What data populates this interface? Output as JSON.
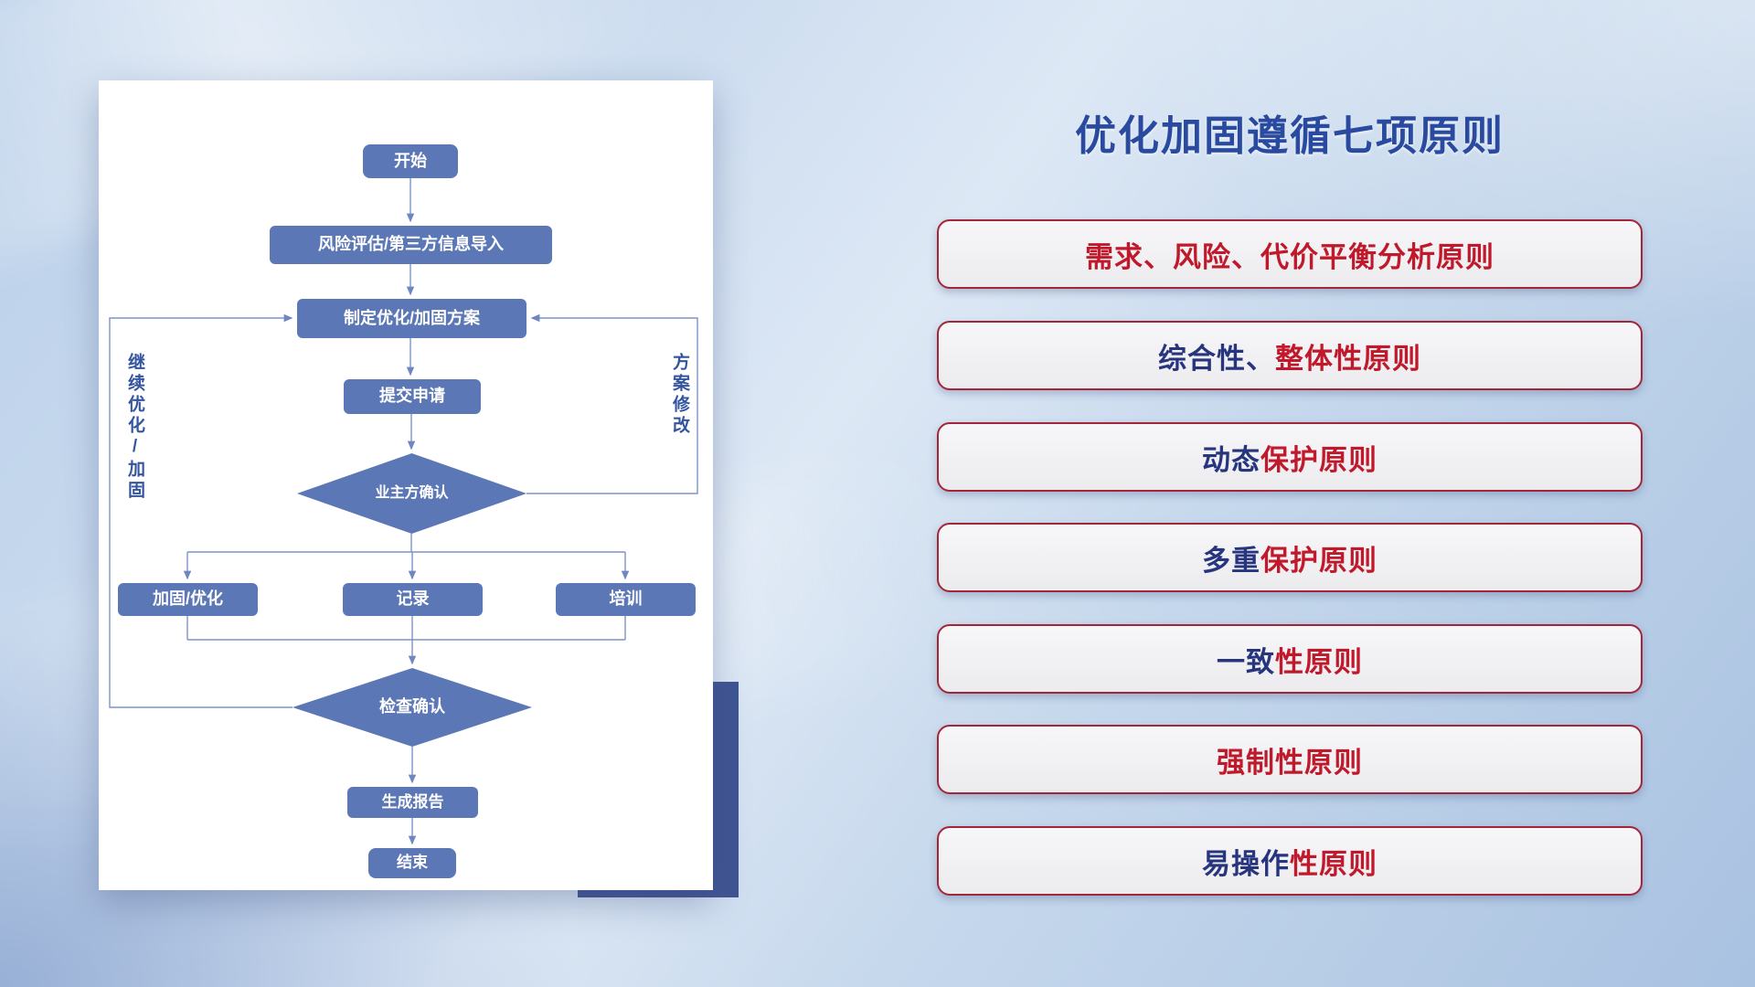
{
  "colors": {
    "background_blue": "#c6d8ec",
    "node_blue": "#5b77b5",
    "accent_block_navy": "#3f5492",
    "title_blue": "#2a4aa0",
    "principle_border_red": "#a32638",
    "principle_text_red": "#c0192b",
    "principle_text_blue": "#27357e"
  },
  "flowchart": {
    "nodes": {
      "start": "开始",
      "risk": "风险评估/第三方信息导入",
      "plan": "制定优化/加固方案",
      "submit": "提交申请",
      "owner_confirm": "业主方确认",
      "reinforce": "加固/优化",
      "record": "记录",
      "training": "培训",
      "check_confirm": "检查确认",
      "report": "生成报告",
      "end": "结束"
    },
    "labels": {
      "left_loop": "继续优化/加固",
      "right_loop": "方案修改"
    }
  },
  "principles": {
    "title": "优化加固遵循七项原则",
    "items": [
      {
        "prefix": "",
        "suffix": "需求、风险、代价平衡分析原则"
      },
      {
        "prefix": "综合性、",
        "suffix": "整体性原则"
      },
      {
        "prefix": "动态",
        "suffix": "保护原则"
      },
      {
        "prefix": "多重",
        "suffix": "保护原则"
      },
      {
        "prefix": "一致",
        "suffix": "性原则"
      },
      {
        "prefix": "",
        "suffix": "强制性原则"
      },
      {
        "prefix": "易操作",
        "suffix": "性原则"
      }
    ]
  }
}
